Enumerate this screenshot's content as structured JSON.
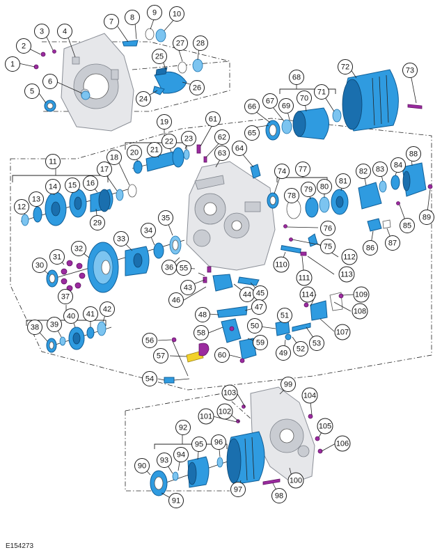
{
  "figure_code": "E154273",
  "callouts": [
    "1",
    "2",
    "3",
    "4",
    "5",
    "6",
    "7",
    "8",
    "9",
    "10",
    "11",
    "12",
    "13",
    "14",
    "15",
    "16",
    "17",
    "18",
    "19",
    "20",
    "21",
    "22",
    "23",
    "24",
    "25",
    "26",
    "27",
    "28",
    "29",
    "30",
    "31",
    "32",
    "33",
    "34",
    "35",
    "36",
    "37",
    "38",
    "39",
    "40",
    "41",
    "42",
    "43",
    "44",
    "45",
    "46",
    "47",
    "48",
    "49",
    "50",
    "51",
    "52",
    "53",
    "54",
    "55",
    "56",
    "57",
    "58",
    "59",
    "60",
    "61",
    "62",
    "63",
    "64",
    "65",
    "66",
    "67",
    "68",
    "69",
    "70",
    "71",
    "72",
    "73",
    "74",
    "75",
    "76",
    "77",
    "78",
    "79",
    "80",
    "81",
    "82",
    "83",
    "84",
    "85",
    "86",
    "87",
    "88",
    "89",
    "90",
    "91",
    "92",
    "93",
    "94",
    "95",
    "96",
    "97",
    "98",
    "99",
    "100",
    "101",
    "102",
    "103",
    "104",
    "105",
    "106",
    "107",
    "108",
    "109",
    "110",
    "111",
    "112",
    "113",
    "114"
  ],
  "colors": {
    "part_blue": "#2f9be0",
    "fastener_purple": "#9b2b9f",
    "harness_yellow": "#f2d12a",
    "housing_gray": "#e6e7ea"
  }
}
